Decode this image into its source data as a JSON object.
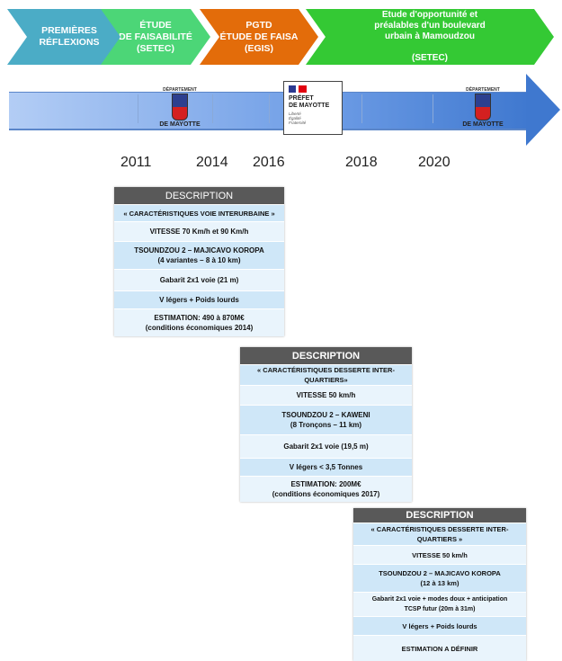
{
  "phases": [
    {
      "label": "PREMIÈRES\nRÉFLEXIONS",
      "color": "#4bacc6"
    },
    {
      "label": "ÉTUDE\nDE FAISABILITÉ\n(SETEC)",
      "color": "#4cd677"
    },
    {
      "label": "PGTD\nÉTUDE DE FAISA\n(EGIS)",
      "color": "#e36c0a"
    },
    {
      "label": "Etude d'opportunité et\npréalables d'un boulevard\nurbain à Mamoudzou\n\n(SETEC)",
      "color": "#34c934"
    }
  ],
  "logos": {
    "departement_top": "DÉPARTEMENT",
    "departement_bottom": "DE MAYOTTE",
    "prefet_name": "PRÉFET\nDE MAYOTTE",
    "prefet_motto": "Liberté\nÉgalité\nFraternité"
  },
  "years": [
    "2011",
    "2014",
    "2016",
    "2018",
    "2020"
  ],
  "tables": [
    {
      "header": "DESCRIPTION",
      "rows": [
        "« CARACTÉRISTIQUES VOIE INTERURBAINE »",
        "VITESSE 70 Km/h  et  90 Km/h",
        "TSOUNDZOU 2 – MAJICAVO KOROPA\n(4 variantes – 8 à 10 km)",
        "Gabarit 2x1 voie (21 m)",
        "V légers + Poids lourds",
        "ESTIMATION: 490 à 870M€\n(conditions économiques 2014)"
      ]
    },
    {
      "header": "DESCRIPTION",
      "rows": [
        "« CARACTÉRISTIQUES DESSERTE INTER-QUARTIERS»",
        "VITESSE 50 km/h",
        "TSOUNDZOU 2 – KAWENI\n(8 Tronçons – 11 km)",
        "Gabarit 2x1 voie (19,5 m)",
        "V légers < 3,5 Tonnes",
        "ESTIMATION: 200M€\n(conditions économiques 2017)"
      ]
    },
    {
      "header": "DESCRIPTION",
      "rows": [
        "« CARACTÉRISTIQUES DESSERTE INTER-\nQUARTIERS »",
        "VITESSE 50 km/h",
        "TSOUNDZOU 2 – MAJICAVO KOROPA\n(12 à 13 km)",
        "Gabarit 2x1 voie + modes doux + anticipation\nTCSP futur (20m à 31m)",
        "V légers + Poids lourds",
        "ESTIMATION A DÉFINIR"
      ]
    }
  ]
}
